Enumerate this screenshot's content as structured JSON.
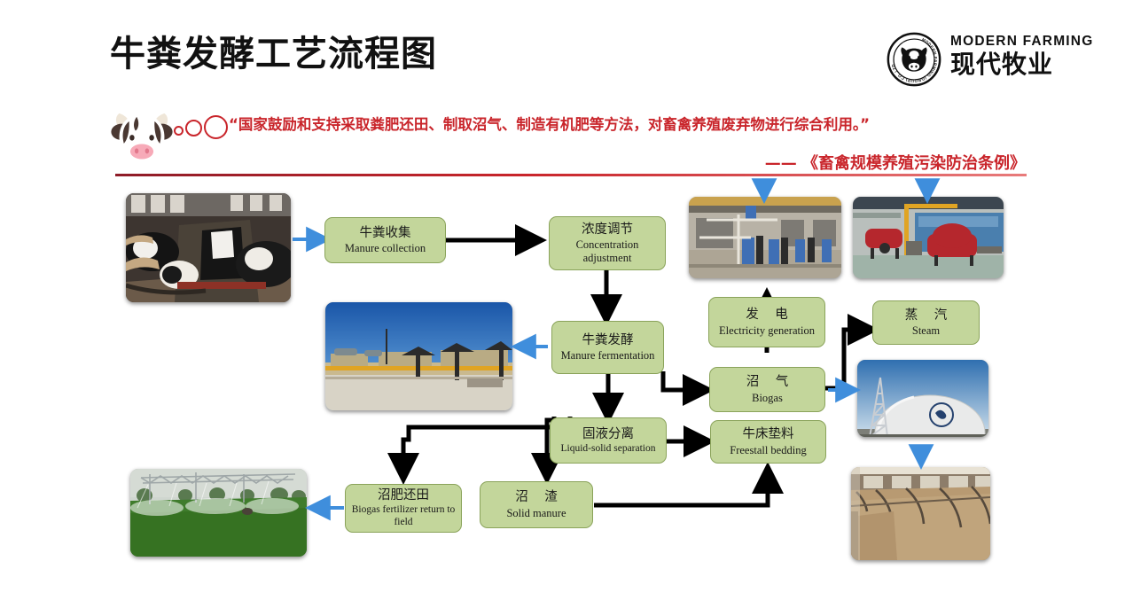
{
  "header": {
    "title": "牛粪发酵工艺流程图",
    "logo": {
      "ring_text": "MODERN FARMING (GROUP) CO.,LTD",
      "en": "MODERN FARMING",
      "cn": "现代牧业"
    }
  },
  "quote": {
    "text": "“国家鼓励和支持采取粪肥还田、制取沼气、制造有机肥等方法，对畜禽养殖废弃物进行综合利用。”",
    "attribution": "—— 《畜禽规模养殖污染防治条例》",
    "color": "#c9252b"
  },
  "colors": {
    "box_fill": "#c3d69b",
    "box_border": "#8aa35a",
    "arrow_black": "#000000",
    "arrow_blue": "#3f8edc",
    "accent_red": "#c9252b"
  },
  "flow": {
    "boxes": [
      {
        "id": "manure_collection",
        "cn": "牛粪收集",
        "en": "Manure collection"
      },
      {
        "id": "concentration",
        "cn": "浓度调节",
        "en": "Concentration adjustment"
      },
      {
        "id": "fermentation",
        "cn": "牛粪发酵",
        "en": "Manure fermentation"
      },
      {
        "id": "electricity",
        "cn": "发 电",
        "en": "Electricity generation"
      },
      {
        "id": "steam",
        "cn": "蒸 汽",
        "en": "Steam"
      },
      {
        "id": "biogas",
        "cn": "沼 气",
        "en": "Biogas"
      },
      {
        "id": "separation",
        "cn": "固液分离",
        "en": "Liquid-solid separation"
      },
      {
        "id": "bedding",
        "cn": "牛床垫料",
        "en": "Freestall bedding"
      },
      {
        "id": "fertilizer",
        "cn": "沼肥还田",
        "en": "Biogas fertilizer return to field"
      },
      {
        "id": "solid_manure",
        "cn": "沼 渣",
        "en": "Solid manure"
      }
    ]
  },
  "photos": [
    {
      "id": "cow_barn",
      "caption": "dairy cows feeding in barn"
    },
    {
      "id": "pump_room",
      "caption": "biogas plant machinery room"
    },
    {
      "id": "boiler_room",
      "caption": "red boilers in plant hall"
    },
    {
      "id": "fermentation_yard",
      "caption": "fermentation tank facility"
    },
    {
      "id": "biogas_dome",
      "caption": "biogas storage dome"
    },
    {
      "id": "irrigation_field",
      "caption": "center pivot irrigation on field"
    },
    {
      "id": "freestall_barn",
      "caption": "freestall bedding stalls"
    }
  ]
}
